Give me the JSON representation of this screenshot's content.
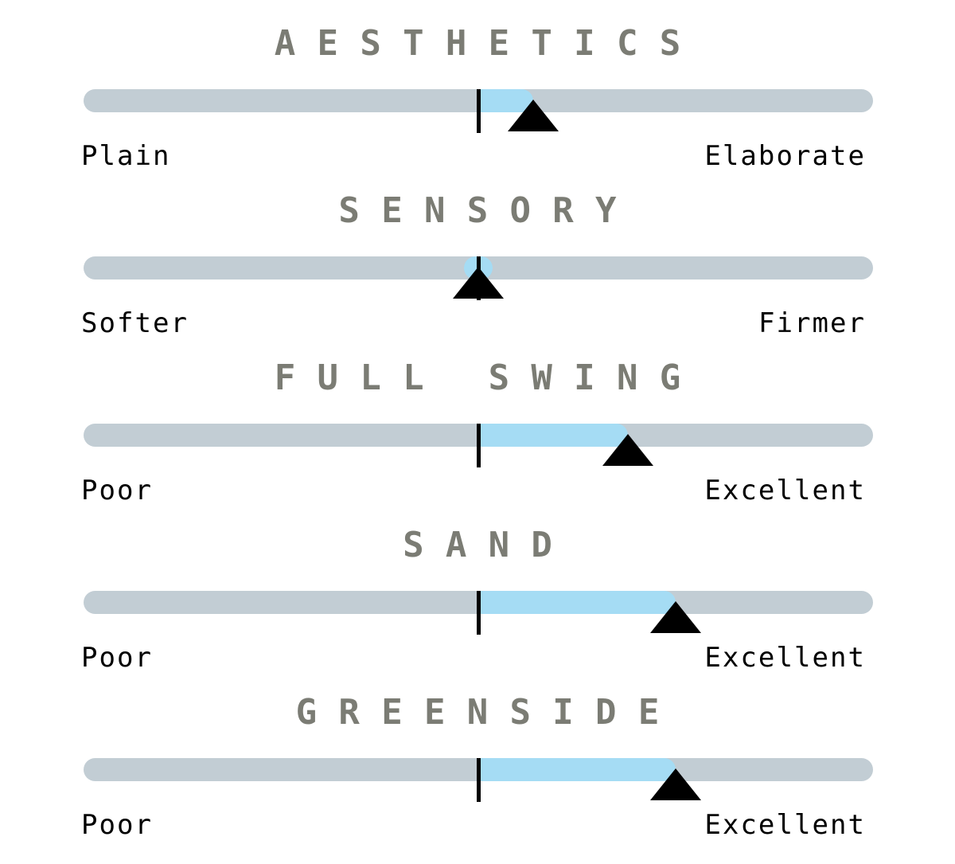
{
  "colors": {
    "title": "#7b7c74",
    "track": "#c2cdd4",
    "fill": "#a5dcf4",
    "marker": "#000000"
  },
  "scales": [
    {
      "title": "AESTHETICS",
      "left_label": "Plain",
      "right_label": "Elaborate",
      "value_pct": 57
    },
    {
      "title": "SENSORY",
      "left_label": "Softer",
      "right_label": "Firmer",
      "value_pct": 50
    },
    {
      "title": "FULL SWING",
      "left_label": "Poor",
      "right_label": "Excellent",
      "value_pct": 69
    },
    {
      "title": "SAND",
      "left_label": "Poor",
      "right_label": "Excellent",
      "value_pct": 75
    },
    {
      "title": "GREENSIDE",
      "left_label": "Poor",
      "right_label": "Excellent",
      "value_pct": 75
    }
  ]
}
